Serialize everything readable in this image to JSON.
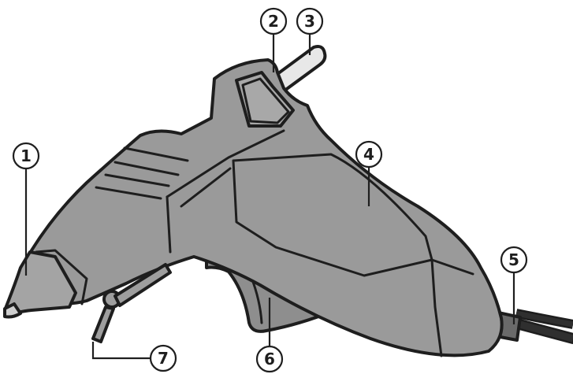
{
  "figure": {
    "colors": {
      "body": "#9a9a9a",
      "body_light": "#a8a8a8",
      "trigger": "#8e8e8e",
      "nozzle": "#a4a4a4",
      "outline": "#1e1e1e",
      "glue_stick": "#e8e8e8",
      "cable": "#2f2f2f",
      "cable_collar": "#6a6a6a",
      "stand": "#9e9e9e"
    },
    "callouts": [
      {
        "id": "nozzle",
        "number": "1"
      },
      {
        "id": "glue-stick-entry",
        "number": "2"
      },
      {
        "id": "glue-stick",
        "number": "3"
      },
      {
        "id": "handle",
        "number": "4"
      },
      {
        "id": "power-cable",
        "number": "5"
      },
      {
        "id": "trigger",
        "number": "6"
      },
      {
        "id": "stand",
        "number": "7"
      }
    ]
  }
}
